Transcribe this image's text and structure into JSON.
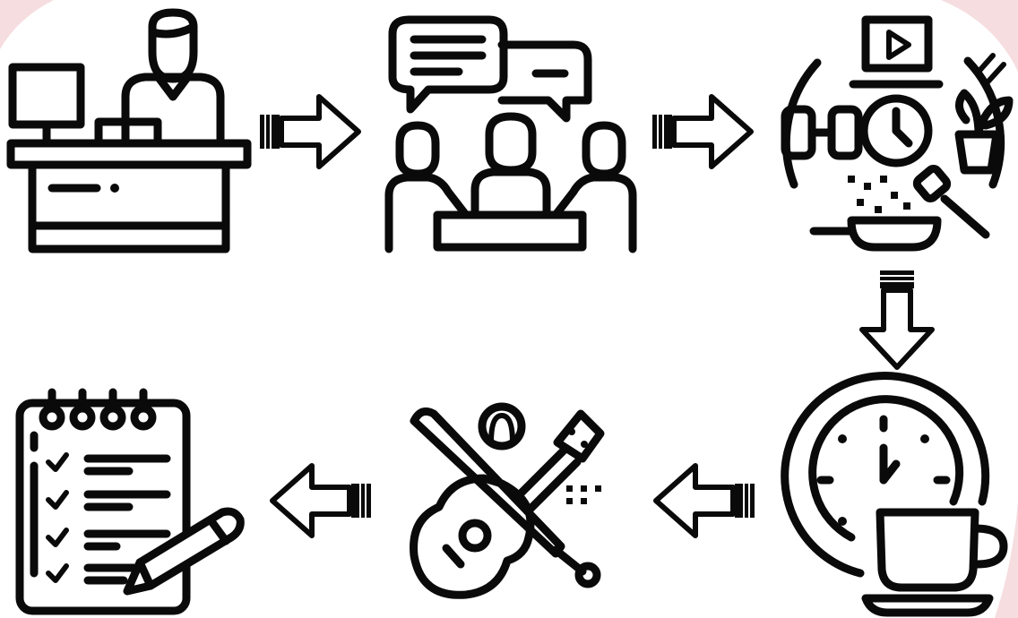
{
  "colors": {
    "ink": "#0a0a0a",
    "background": "#ffffff",
    "corner_tint": "#f6dde0"
  },
  "steps": [
    {
      "icon": "reception-desk-icon"
    },
    {
      "icon": "team-meeting-icon"
    },
    {
      "icon": "lifestyle-activities-icon"
    },
    {
      "icon": "clock-and-coffee-icon"
    },
    {
      "icon": "guitar-and-baseball-icon"
    },
    {
      "icon": "checklist-notepad-icon"
    }
  ],
  "arrows": [
    {
      "from": 1,
      "to": 2,
      "direction": "right"
    },
    {
      "from": 2,
      "to": 3,
      "direction": "right"
    },
    {
      "from": 3,
      "to": 4,
      "direction": "down"
    },
    {
      "from": 4,
      "to": 5,
      "direction": "left"
    },
    {
      "from": 5,
      "to": 6,
      "direction": "left"
    }
  ]
}
